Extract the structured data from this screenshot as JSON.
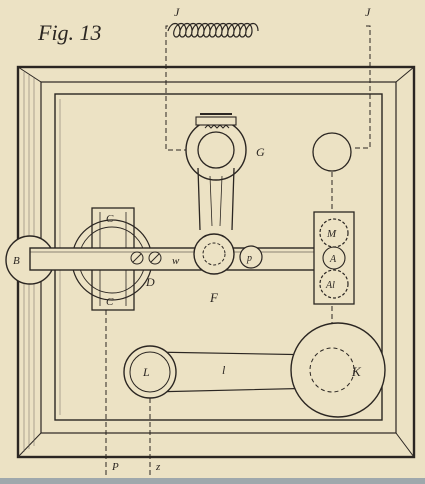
{
  "figure": {
    "title": "Fig. 13",
    "labels": {
      "J_left": "J",
      "J_right": "J",
      "G": "G",
      "C_top": "C",
      "C_bottom": "C",
      "B": "B",
      "D": "D",
      "w": "w",
      "F": "F",
      "p": "p",
      "M": "M",
      "A": "A",
      "Al": "Al",
      "L": "L",
      "l": "l",
      "K": "K",
      "P": "P",
      "z": "z"
    }
  }
}
